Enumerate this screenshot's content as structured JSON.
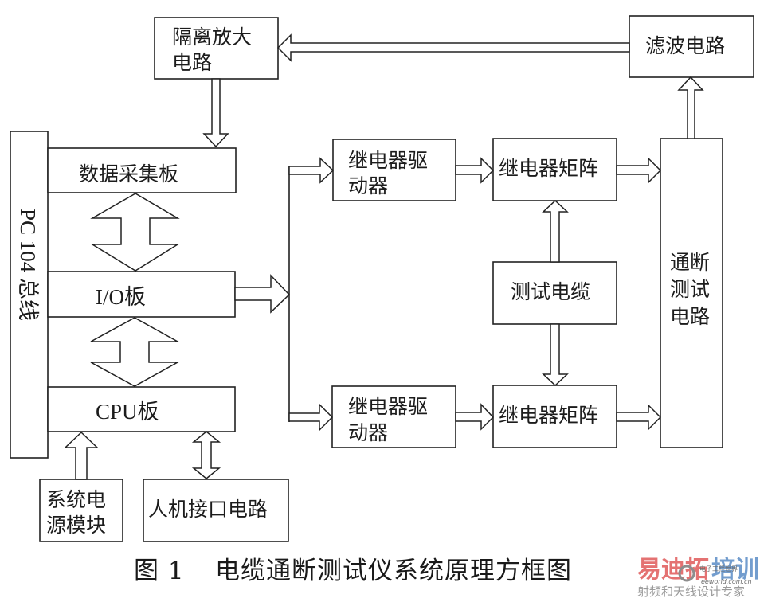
{
  "figure": {
    "caption_number": "图 1",
    "caption_title": "电缆通断测试仪系统原理方框图"
  },
  "blocks": {
    "isolation_amp": {
      "line1": "隔离放大",
      "line2": "电路"
    },
    "filter": {
      "label": "滤波电路"
    },
    "pc104_bus": {
      "label": "PC 104 总线"
    },
    "data_acq_board": {
      "label": "数据采集板"
    },
    "io_board": {
      "label": "I/O板"
    },
    "cpu_board": {
      "label": "CPU板"
    },
    "power_module": {
      "line1": "系统电",
      "line2": "源模块"
    },
    "hmi_circuit": {
      "label": "人机接口电路"
    },
    "relay_driver_top": {
      "line1": "继电器驱",
      "line2": "动器"
    },
    "relay_driver_bottom": {
      "line1": "继电器驱",
      "line2": "动器"
    },
    "relay_matrix_top": {
      "label": "继电器矩阵"
    },
    "relay_matrix_bottom": {
      "label": "继电器矩阵"
    },
    "test_cable": {
      "label": "测试电缆"
    },
    "continuity_test": {
      "line1": "通断",
      "line2": "测试",
      "line3": "电路"
    }
  },
  "connections": [
    {
      "from": "filter",
      "to": "isolation_amp",
      "type": "single"
    },
    {
      "from": "isolation_amp",
      "to": "data_acq_board",
      "type": "single"
    },
    {
      "from": "data_acq_board",
      "to": "io_board",
      "type": "bidirectional"
    },
    {
      "from": "io_board",
      "to": "cpu_board",
      "type": "bidirectional"
    },
    {
      "from": "io_board",
      "to": "relay_driver_top",
      "type": "single"
    },
    {
      "from": "io_board",
      "to": "relay_driver_bottom",
      "type": "single"
    },
    {
      "from": "relay_driver_top",
      "to": "relay_matrix_top",
      "type": "single"
    },
    {
      "from": "relay_driver_bottom",
      "to": "relay_matrix_bottom",
      "type": "single"
    },
    {
      "from": "test_cable",
      "to": "relay_matrix_top",
      "type": "single"
    },
    {
      "from": "test_cable",
      "to": "relay_matrix_bottom",
      "type": "single"
    },
    {
      "from": "relay_matrix_top",
      "to": "continuity_test",
      "type": "single"
    },
    {
      "from": "relay_matrix_bottom",
      "to": "continuity_test",
      "type": "single"
    },
    {
      "from": "continuity_test",
      "to": "filter",
      "type": "single"
    },
    {
      "from": "power_module",
      "to": "cpu_board",
      "type": "single"
    },
    {
      "from": "cpu_board",
      "to": "hmi_circuit",
      "type": "bidirectional"
    }
  ],
  "watermark": {
    "brand_left": "易迪拓",
    "brand_right": "培训",
    "sub_logo": "电子工程世界",
    "site": "eeworld.com.cn",
    "tagline": "射频和天线设计专家",
    "colors": {
      "red": "#e05a5a",
      "blue": "#5b8cc6",
      "gray": "#8a8a8a"
    }
  }
}
